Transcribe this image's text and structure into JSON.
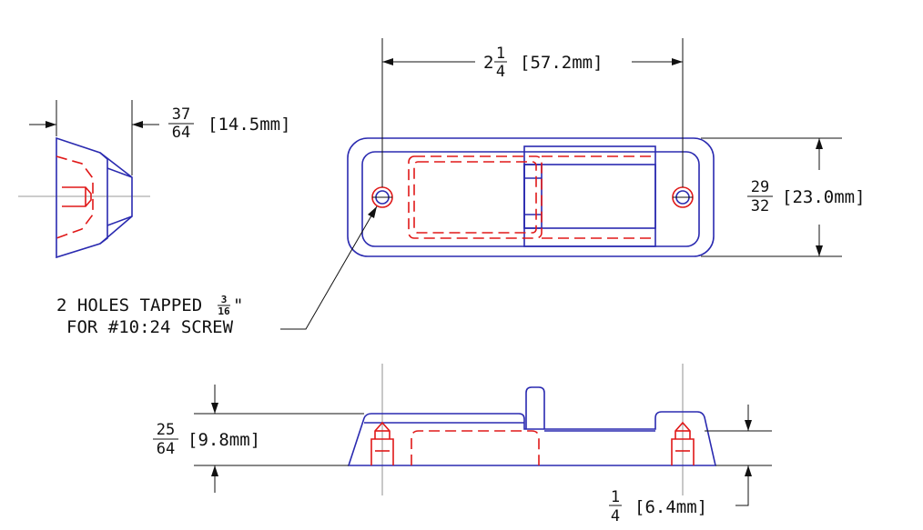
{
  "dimensions": {
    "length": {
      "whole": "2",
      "num": "1",
      "den": "4",
      "metric": "[57.2mm]"
    },
    "width": {
      "num": "29",
      "den": "32",
      "metric": "[23.0mm]"
    },
    "side_depth": {
      "num": "37",
      "den": "64",
      "metric": "[14.5mm]"
    },
    "height": {
      "num": "25",
      "den": "64",
      "metric": "[9.8mm]"
    },
    "base": {
      "num": "1",
      "den": "4",
      "metric": "[6.4mm]"
    }
  },
  "note": {
    "line1": "2 HOLES TAPPED",
    "tap_num": "3",
    "tap_den": "16",
    "tap_mark": "\"",
    "line2": "FOR #10:24 SCREW"
  },
  "colors": {
    "outline": "#2a2ab0",
    "hidden": "#e01818",
    "dimension": "#111111"
  }
}
